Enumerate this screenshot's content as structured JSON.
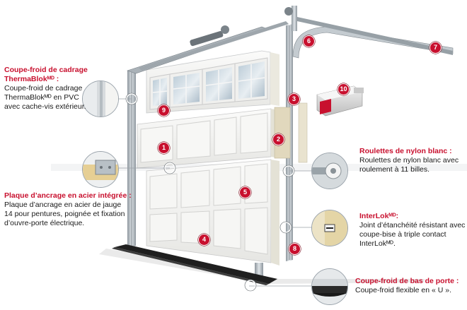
{
  "colors": {
    "accent_red": "#c8102e",
    "panel_white": "#f4f4f2",
    "frame_grey": "#b8c0c6",
    "text_dark": "#1a1a1a"
  },
  "markers": [
    "1",
    "2",
    "3",
    "4",
    "5",
    "6",
    "7",
    "8",
    "9",
    "10"
  ],
  "callouts": {
    "thermablok": {
      "title": "Coupe-froid de cadrage ThermaBlokᴹᴰ :",
      "lines": [
        "Coupe-froid de cadrage",
        "ThermaBlokᴹᴰ en PVC",
        "avec cache-vis extérieur."
      ]
    },
    "plaque": {
      "title": "Plaque d’ancrage en acier intégrée :",
      "lines": [
        "Plaque d’ancrage en acier de jauge",
        "14 pour pentures, poignée et fixation",
        "d’ouvre-porte électrique."
      ]
    },
    "roulettes": {
      "title": "Roulettes de nylon blanc :",
      "lines": [
        "Roulettes de nylon blanc avec",
        "roulement à 11 billes."
      ]
    },
    "interlok": {
      "title": "InterLokᴹᴰ:",
      "lines": [
        "Joint d’étanchéité résistant avec",
        "coupe-bise à triple contact",
        "InterLokᴹᴰ."
      ]
    },
    "bas": {
      "title": "Coupe-froid de bas de porte :",
      "lines": [
        "Coupe-froid flexible en « U »."
      ]
    }
  },
  "icons": {
    "thermablok": "weatherstrip-detail-icon",
    "plaque": "anchor-plate-detail-icon",
    "roulettes": "nylon-roller-detail-icon",
    "interlok": "interlok-seal-detail-icon",
    "bas": "bottom-seal-detail-icon"
  }
}
